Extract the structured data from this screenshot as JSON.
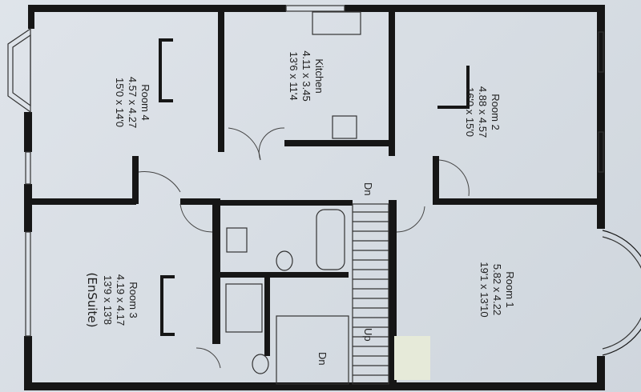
{
  "rooms": {
    "room4": {
      "name": "Room 4",
      "metric": "4.57 x 4.27",
      "imperial": "15'0 x 14'0"
    },
    "kitchen": {
      "name": "Kitchen",
      "metric": "4.11 x 3.45",
      "imperial": "13'6 x 11'4"
    },
    "room2": {
      "name": "Room 2",
      "metric": "4.88 x 4.57",
      "imperial": "16'0 x 15'0"
    },
    "room3": {
      "name": "Room 3",
      "metric": "4.19 x 4.17",
      "imperial": "13'9 x 13'8",
      "note": "(EnSuite)"
    },
    "room1": {
      "name": "Room 1",
      "metric": "5.82 x 4.22",
      "imperial": "19'1 x 13'10"
    }
  },
  "stairs": {
    "down_main": "Dn",
    "up": "Up",
    "down_lower": "Dn"
  },
  "colors": {
    "paper": "#d8dee4",
    "wall": "#161616"
  }
}
